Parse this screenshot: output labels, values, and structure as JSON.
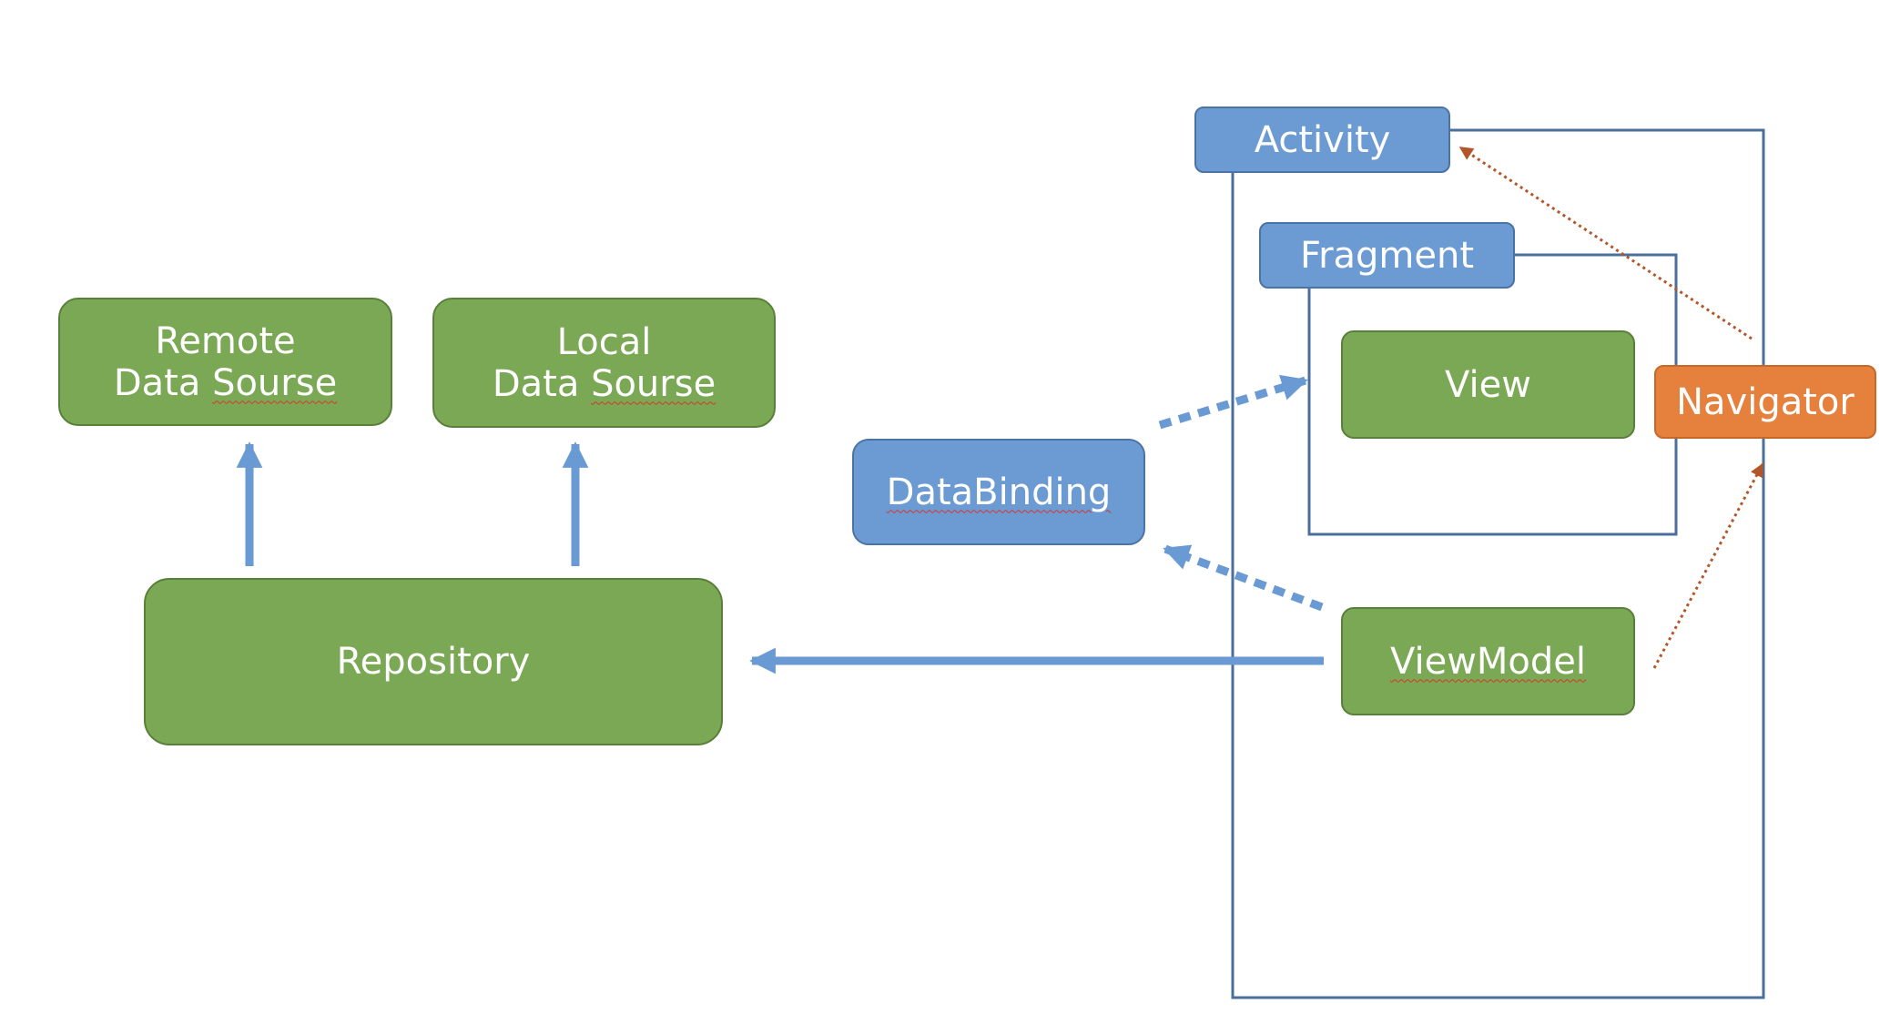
{
  "diagram": {
    "nodes": {
      "remote_data_source": {
        "line1": "Remote",
        "line2_plain": "Data ",
        "line2_marked": "Sourse"
      },
      "local_data_source": {
        "line1": "Local",
        "line2_plain": "Data ",
        "line2_marked": "Sourse"
      },
      "repository": {
        "label": "Repository"
      },
      "data_binding": {
        "label": "DataBinding"
      },
      "activity": {
        "label": "Activity"
      },
      "fragment": {
        "label": "Fragment"
      },
      "view": {
        "label": "View"
      },
      "view_model": {
        "label": "ViewModel"
      },
      "navigator": {
        "label": "Navigator"
      }
    },
    "edges": [
      {
        "from": "repository",
        "to": "remote_data_source",
        "style": "solid"
      },
      {
        "from": "repository",
        "to": "local_data_source",
        "style": "solid"
      },
      {
        "from": "view_model",
        "to": "repository",
        "style": "solid"
      },
      {
        "from": "data_binding",
        "to": "fragment",
        "style": "dashed"
      },
      {
        "from": "view_model",
        "to": "data_binding",
        "style": "dashed"
      },
      {
        "from": "navigator",
        "to": "activity",
        "style": "dotted"
      },
      {
        "from": "view_model",
        "to": "navigator",
        "style": "dotted"
      }
    ],
    "colors": {
      "green_fill": "#7ba854",
      "blue_fill": "#6b9bd2",
      "orange_fill": "#e5803d",
      "arrow_blue": "#6a9ad3",
      "arrow_brown": "#b2562a",
      "container_outline": "#4a6f9c"
    }
  }
}
